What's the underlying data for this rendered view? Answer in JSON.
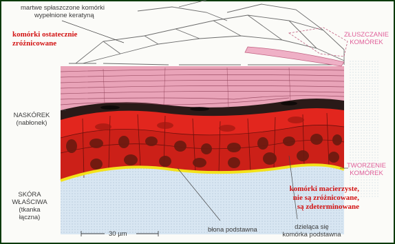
{
  "labels": {
    "dead_cells": [
      "martwe spłaszczone komórki",
      "wypełnione keratyną"
    ],
    "differentiated": [
      "komórki ostatecznie",
      "zróżnicowane"
    ],
    "shedding": [
      "ZŁUSZCZANIE",
      "KOMÓREK"
    ],
    "epidermis": [
      "NASKÓREK",
      "(nabłonek)"
    ],
    "dermis": [
      "SKÓRA",
      "WŁAŚCIWA",
      "(tkanka",
      "łączna)"
    ],
    "forming": [
      "TWORZENIE",
      "KOMÓREK"
    ],
    "stem_cells": [
      "komórki macierzyste,",
      "nie są zróżnicowane,",
      "są zdeterminowane"
    ],
    "basement_membrane": "błona podstawna",
    "dividing_cell": [
      "dzieląca się",
      "komórka podstawna"
    ],
    "scale": "30 µm"
  },
  "colors": {
    "keratin_layer": "#e9a3b8",
    "granular_layer": "#2a1a18",
    "spinous_layer": "#e2261e",
    "basal_layer": "#cc2018",
    "nucleus": "#6a1a10",
    "basement_membrane": "#f3e21a",
    "dermis": "#d8e6f2",
    "annotation_red": "#d21212",
    "annotation_pink": "#e0609a"
  }
}
